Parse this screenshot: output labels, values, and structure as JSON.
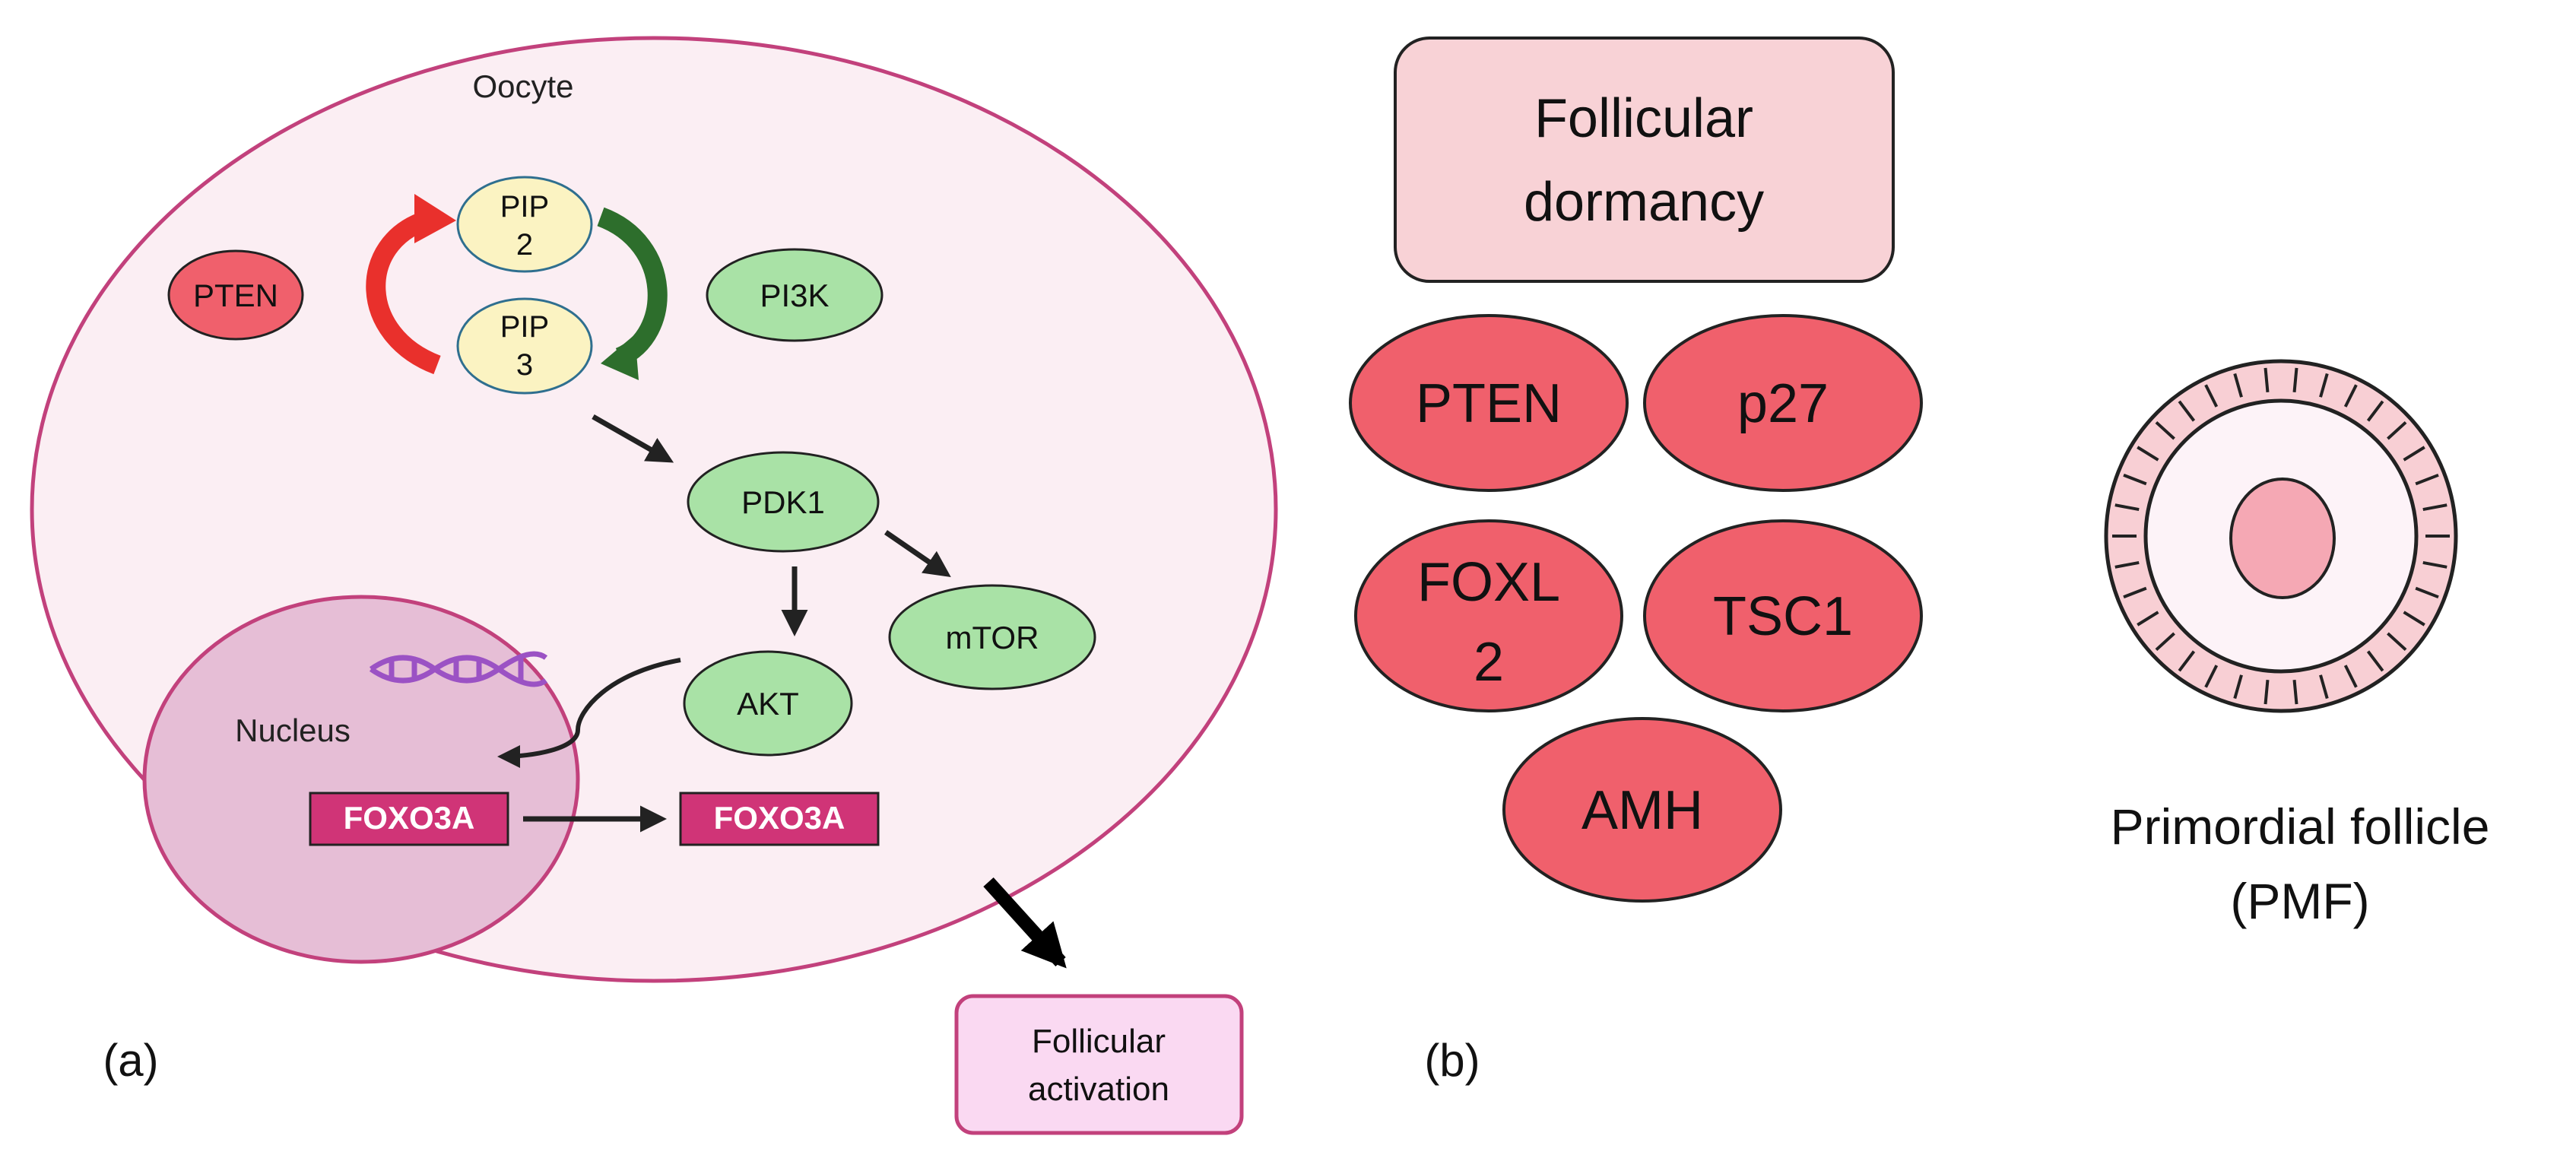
{
  "panel_a": {
    "label": "(a)",
    "oocyte_label": "Oocyte",
    "nucleus_label": "Nucleus",
    "pip2": [
      "PIP",
      "2"
    ],
    "pip3": [
      "PIP",
      "3"
    ],
    "pten": "PTEN",
    "pi3k": "PI3K",
    "pdk1": "PDK1",
    "mtor": "mTOR",
    "akt": "AKT",
    "foxo3a_in_nucleus": "FOXO3A",
    "foxo3a_cytoplasm": "FOXO3A",
    "activation": [
      "Follicular",
      "activation"
    ]
  },
  "panel_b": {
    "label": "(b)",
    "dormancy": [
      "Follicular",
      "dormancy"
    ],
    "factors": {
      "pten": "PTEN",
      "p27": "p27",
      "foxl2": [
        "FOXL",
        "2"
      ],
      "tsc1": "TSC1",
      "amh": "AMH"
    },
    "follicle_caption": [
      "Primordial follicle",
      "(PMF)"
    ]
  },
  "colors": {
    "inhibitor_red": "#f0606c",
    "activator_green": "#a9e2a6",
    "pip_yellow": "#fbf3c2",
    "oocyte_fill": "#fbeef3",
    "oocyte_stroke": "#c2417c",
    "nucleus_fill": "#e6bed6",
    "foxo_magenta": "#d03477",
    "box_pink": "#f8d2d6",
    "red_arrow": "#e9302c",
    "green_arrow": "#2d6e2c"
  }
}
